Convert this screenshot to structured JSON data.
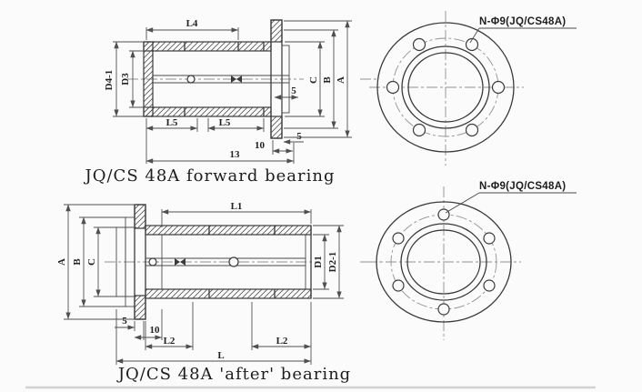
{
  "colors": {
    "line": "#3a3a3a",
    "dim_line": "#4f4f4f",
    "centerline": "#909090",
    "background": "#fbfbfb"
  },
  "top_view": {
    "caption": "JQ/CS 48A forward bearing",
    "dim_labels": {
      "l4": "L4",
      "d4_1": "D4-1",
      "d3": "D3",
      "l5_left": "L5",
      "l5_right": "L5",
      "c": "C",
      "b": "B",
      "a": "A",
      "boss_5": "5",
      "plate_5": "5",
      "ten": "10",
      "thirteen": "13"
    }
  },
  "top_flange": {
    "bolt_label": "N-Φ9(JQ/CS48A)"
  },
  "bottom_view": {
    "caption": "JQ/CS 48A 'after' bearing",
    "dim_labels": {
      "l1": "L1",
      "a": "A",
      "b": "B",
      "c": "C",
      "d1": "D1",
      "d2_1": "D2-1",
      "five": "5",
      "ten": "10",
      "l2_left": "L2",
      "l2_right": "L2",
      "l": "L"
    }
  },
  "bottom_flange": {
    "bolt_label": "N-Φ9(JQ/CS48A)"
  }
}
